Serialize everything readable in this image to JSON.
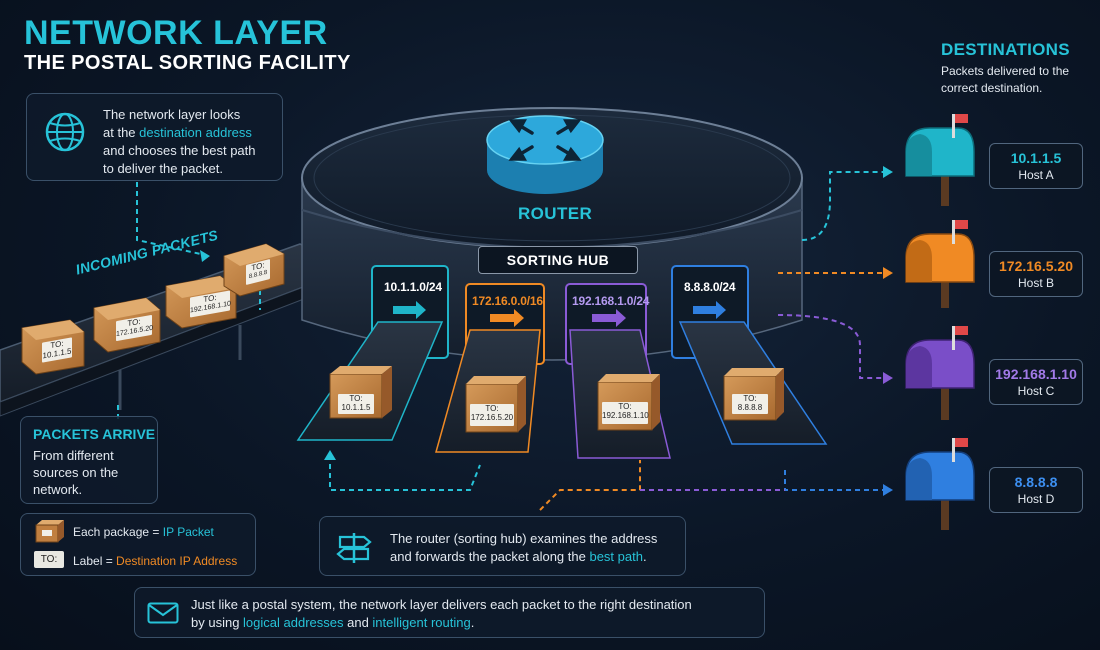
{
  "header": {
    "title": "NETWORK LAYER",
    "subtitle": "THE POSTAL SORTING FACILITY"
  },
  "intro": {
    "line1": "The network layer looks",
    "line2_prefix": "at the ",
    "line2_highlight": "destination address",
    "line3": "and chooses the best path",
    "line4": "to deliver the packet.",
    "icon": "globe-icon"
  },
  "incoming": {
    "label": "INCOMING PACKETS"
  },
  "belt_packets": [
    {
      "to": "TO:",
      "address": "10.1.1.5"
    },
    {
      "to": "TO:",
      "address": "172.16.5.20"
    },
    {
      "to": "TO:",
      "address": "192.168.1.10"
    },
    {
      "to": "TO:",
      "address": "8.8.8.8"
    }
  ],
  "hub": {
    "router_label": "ROUTER",
    "sorting_label": "SORTING HUB",
    "router_icon": "router-arrows-icon"
  },
  "routes": [
    {
      "network": "10.1.1.0/24",
      "color": "#1fb5c9",
      "packet_to": "TO:",
      "packet_address": "10.1.1.5"
    },
    {
      "network": "172.16.0.0/16",
      "color": "#f08a24",
      "packet_to": "TO:",
      "packet_address": "172.16.5.20"
    },
    {
      "network": "192.168.1.0/24",
      "color": "#8a5bd6",
      "packet_to": "TO:",
      "packet_address": "192.168.1.10"
    },
    {
      "network": "8.8.8.0/24",
      "color": "#2f7fe0",
      "packet_to": "TO:",
      "packet_address": "8.8.8.8"
    }
  ],
  "destinations": {
    "title": "DESTINATIONS",
    "desc_line1": "Packets delivered to the",
    "desc_line2": "correct destination.",
    "hosts": [
      {
        "ip": "10.1.1.5",
        "name": "Host A",
        "color": "#1fb5c9"
      },
      {
        "ip": "172.16.5.20",
        "name": "Host B",
        "color": "#f08a24"
      },
      {
        "ip": "192.168.1.10",
        "name": "Host C",
        "color": "#8a5bd6"
      },
      {
        "ip": "8.8.8.8",
        "name": "Host D",
        "color": "#2f7fe0"
      }
    ]
  },
  "arrive": {
    "heading": "PACKETS ARRIVE",
    "line1": "From different",
    "line2": "sources on the",
    "line3": "network."
  },
  "legend": {
    "package_text_prefix": "Each package = ",
    "package_text_highlight": "IP Packet",
    "tag_text": "TO:",
    "label_text_prefix": "Label = ",
    "label_text_highlight": "Destination IP Address"
  },
  "router_note": {
    "line1": "The router (sorting hub) examines the address",
    "line2_prefix": "and forwards the packet along the ",
    "line2_highlight": "best path",
    "line2_suffix": ".",
    "icon": "signpost-icon"
  },
  "summary": {
    "line1": "Just like a postal system, the network layer delivers each packet to the right destination",
    "line2_prefix": "by using ",
    "line2_highlight1": "logical addresses",
    "line2_mid": " and ",
    "line2_highlight2": "intelligent routing",
    "line2_suffix": ".",
    "icon": "envelope-icon"
  }
}
